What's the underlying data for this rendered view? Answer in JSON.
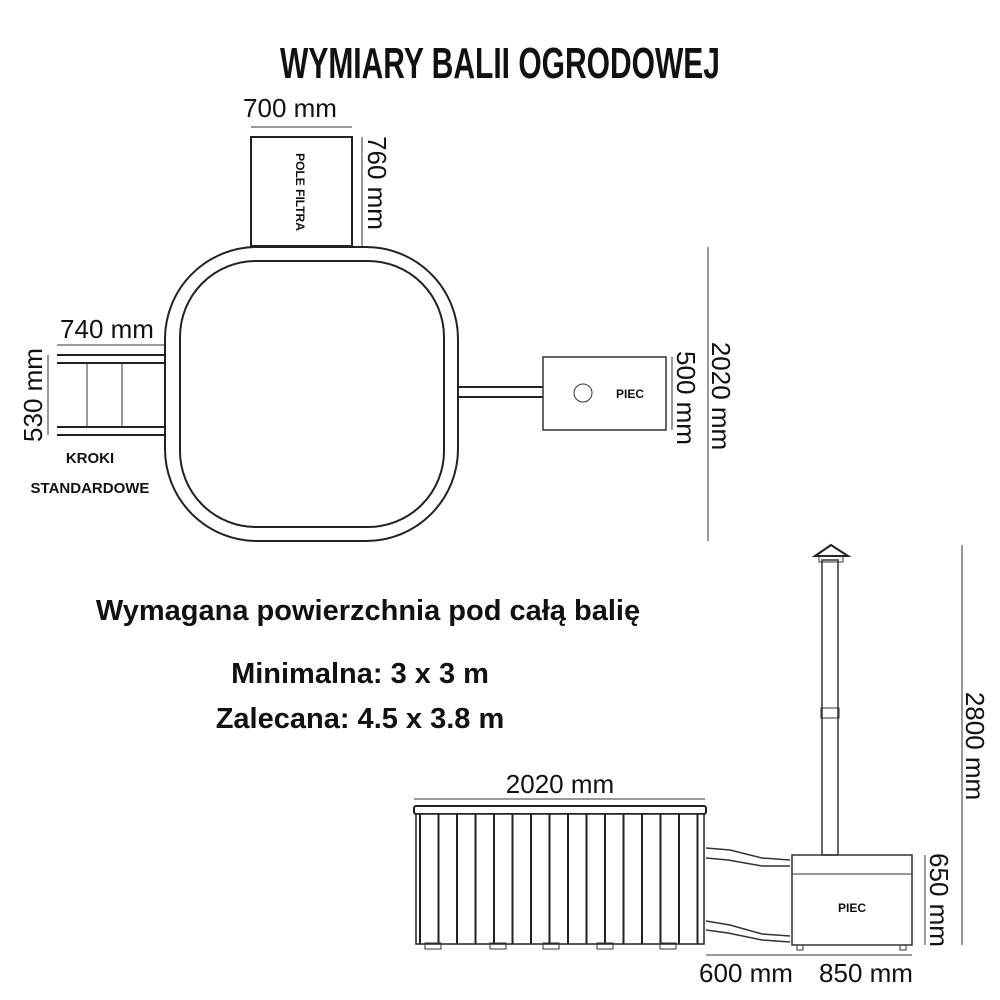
{
  "title": "WYMIARY BALII OGRODOWEJ",
  "top_view": {
    "filter_label": "POLE FILTRA",
    "filter_width": "700 mm",
    "filter_depth": "760 mm",
    "steps_width": "740 mm",
    "steps_depth": "530 mm",
    "steps_label_1": "KROKI",
    "steps_label_2": "STANDARDOWE",
    "stove_label": "PIEC",
    "stove_depth": "500 mm",
    "tub_diameter": "2020 mm"
  },
  "requirements": {
    "heading": "Wymagana powierzchnia pod całą balię",
    "minimum": "Minimalna: 3 x 3 m",
    "recommended": "Zalecana: 4.5 x 3.8 m"
  },
  "side_view": {
    "tub_width": "2020 mm",
    "stove_label": "PIEC",
    "total_height": "2800 mm",
    "stove_height": "650 mm",
    "pipe_length": "600 mm",
    "stove_length": "850 mm"
  }
}
